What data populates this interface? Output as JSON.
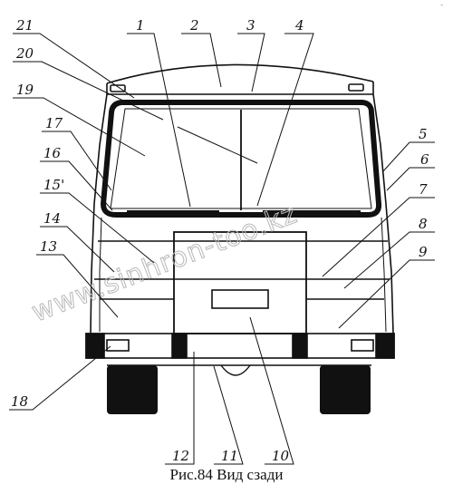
{
  "figure": {
    "caption": "Рис.84 Вид сзади",
    "watermark": "www.sinhron-too.kz",
    "corner_mark": "-"
  },
  "callouts": [
    "1",
    "2",
    "3",
    "4",
    "5",
    "6",
    "7",
    "8",
    "9",
    "10",
    "11",
    "12",
    "13",
    "14",
    "15'",
    "16",
    "17",
    "18",
    "19",
    "20",
    "21"
  ]
}
